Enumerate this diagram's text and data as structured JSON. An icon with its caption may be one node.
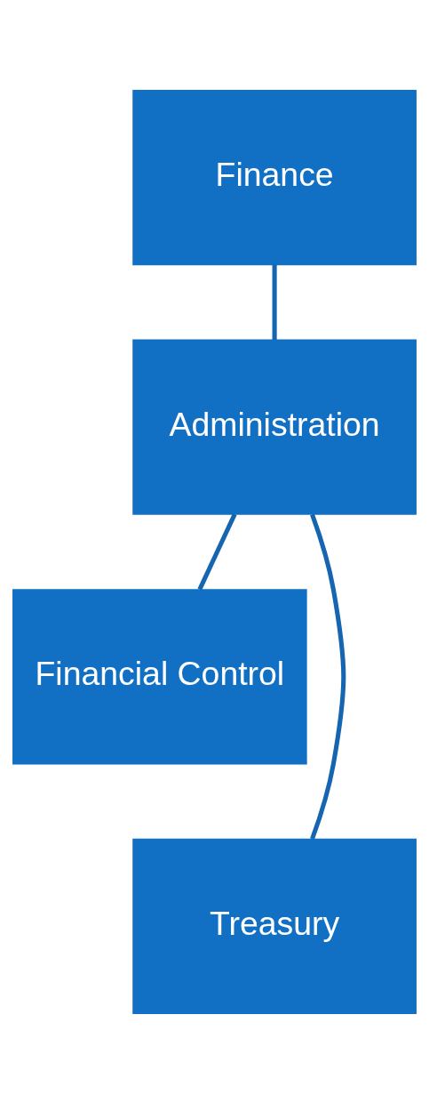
{
  "diagram": {
    "nodes": [
      {
        "text": [
          "Finance"
        ]
      },
      {
        "text": [
          "Administration"
        ]
      },
      {
        "text": [
          "Financial Control"
        ]
      },
      {
        "text": [
          "Treasury"
        ]
      }
    ],
    "edges": [
      {
        "from": 0,
        "to": 1,
        "arrow": "none"
      },
      {
        "from": 1,
        "to": 2,
        "arrow": "none"
      },
      {
        "from": 1,
        "to": 3,
        "arrow": "none"
      }
    ]
  }
}
